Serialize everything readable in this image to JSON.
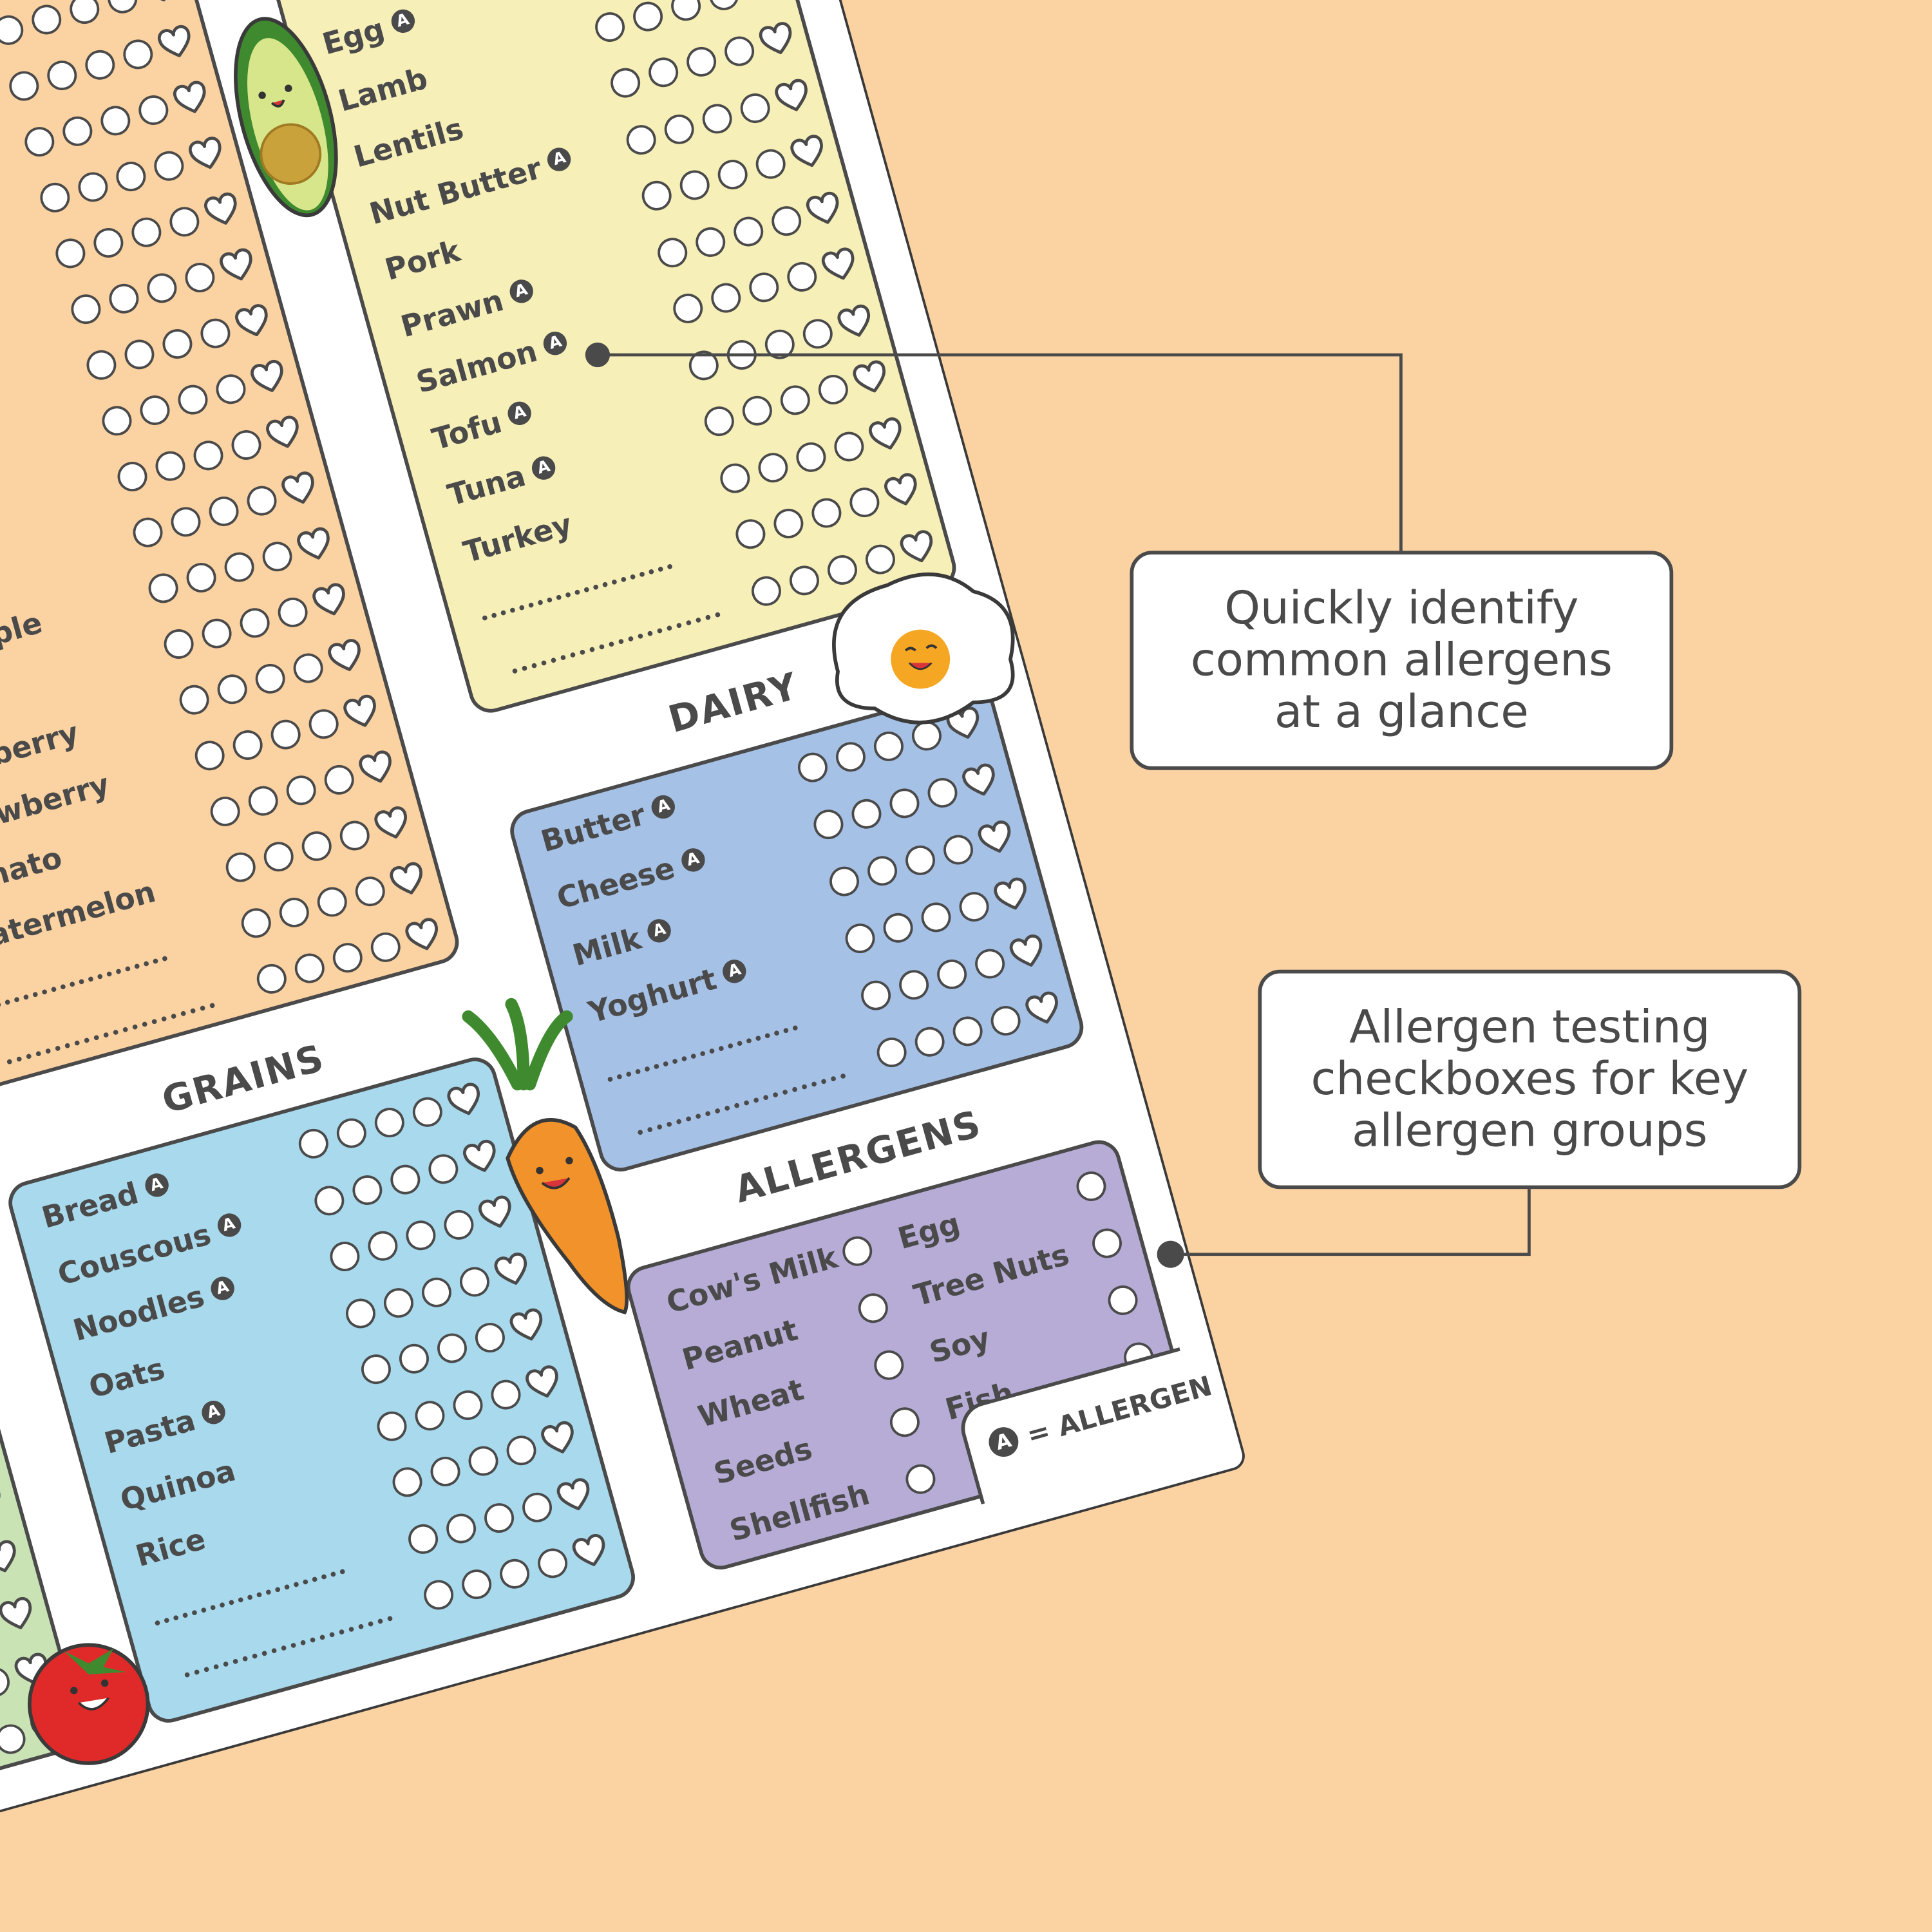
{
  "colors": {
    "background": "#fbd3a3",
    "outline": "#4a4a4a",
    "protein_panel": "#f7efb8",
    "dairy_panel": "#a6c1e6",
    "grains_panel": "#a8d9ec",
    "fruits_panel": "#fbd2a2",
    "vegetables_panel": "#c9e3b5",
    "allergens_panel": "#b6acd6"
  },
  "checkbox_icons": [
    "circle",
    "circle",
    "circle",
    "circle",
    "heart"
  ],
  "allergen_badge": "A",
  "fruits": {
    "items": [
      {
        "label": ""
      },
      {
        "label": ""
      },
      {
        "label": ""
      },
      {
        "label": ""
      },
      {
        "label": ""
      },
      {
        "label": ""
      },
      {
        "label": ""
      },
      {
        "label": ""
      },
      {
        "label": ""
      },
      {
        "label": ""
      },
      {
        "label": "Pineapple"
      },
      {
        "label": ""
      },
      {
        "label": "Raspberry"
      },
      {
        "label": "Strawberry"
      },
      {
        "label": "Tomato"
      },
      {
        "label": "Watermelon"
      }
    ],
    "blank_rows": 2
  },
  "protein": {
    "items": [
      {
        "label": "Egg",
        "allergen": true
      },
      {
        "label": "Lamb"
      },
      {
        "label": "Lentils"
      },
      {
        "label": "Nut Butter",
        "allergen": true
      },
      {
        "label": "Pork"
      },
      {
        "label": "Prawn",
        "allergen": true
      },
      {
        "label": "Salmon",
        "allergen": true
      },
      {
        "label": "Tofu",
        "allergen": true
      },
      {
        "label": "Tuna",
        "allergen": true
      },
      {
        "label": "Turkey"
      }
    ],
    "blank_rows": 2
  },
  "dairy": {
    "title": "DAIRY",
    "items": [
      {
        "label": "Butter",
        "allergen": true
      },
      {
        "label": "Cheese",
        "allergen": true
      },
      {
        "label": "Milk",
        "allergen": true
      },
      {
        "label": "Yoghurt",
        "allergen": true
      }
    ],
    "blank_rows": 2
  },
  "grains": {
    "title": "GRAINS",
    "items": [
      {
        "label": "Bread",
        "allergen": true
      },
      {
        "label": "Couscous",
        "allergen": true
      },
      {
        "label": "Noodles",
        "allergen": true
      },
      {
        "label": "Oats"
      },
      {
        "label": "Pasta",
        "allergen": true
      },
      {
        "label": "Quinoa"
      },
      {
        "label": "Rice"
      }
    ],
    "blank_rows": 2
  },
  "vegetables": {
    "items": [
      {
        "label": ""
      },
      {
        "label": ""
      },
      {
        "label": ""
      },
      {
        "label": ""
      },
      {
        "label": ""
      },
      {
        "label": ""
      },
      {
        "label": ""
      },
      {
        "label": ""
      },
      {
        "label": ""
      },
      {
        "label": ""
      }
    ],
    "blank_rows": 0
  },
  "allergens": {
    "title": "ALLERGENS",
    "left": [
      "Cow's Milk",
      "Peanut",
      "Wheat",
      "Seeds",
      "Shellfish"
    ],
    "right": [
      "Egg",
      "Tree Nuts",
      "Soy",
      "Fish"
    ]
  },
  "legend": {
    "badge": "A",
    "text": "= ALLERGEN"
  },
  "callouts": [
    {
      "lines": [
        "Quickly identify",
        "common allergens",
        "at a glance"
      ]
    },
    {
      "lines": [
        "Allergen testing",
        "checkboxes for key",
        "allergen groups"
      ]
    }
  ]
}
